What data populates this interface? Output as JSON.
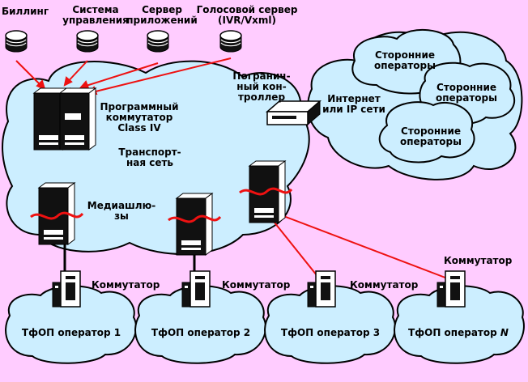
{
  "colors": {
    "background": "#ffccff",
    "cloud_fill": "#cceeff",
    "outline": "#000000",
    "link_red": "#ee1111",
    "server_dark": "#111111",
    "server_light": "#ffffff"
  },
  "servers": [
    {
      "id": "billing",
      "label": "Биллинг"
    },
    {
      "id": "mgmt",
      "label1": "Система",
      "label2": "управления"
    },
    {
      "id": "apps",
      "label1": "Сервер",
      "label2": "приложений"
    },
    {
      "id": "voice",
      "label1": "Голосовой сервер",
      "label2": "(IVR/Vxml)"
    }
  ],
  "transport": {
    "softswitch": {
      "line1": "Программный",
      "line2": "коммутатор",
      "line3": "Class IV"
    },
    "network": {
      "line1": "Транспорт-",
      "line2": "ная сеть"
    },
    "gateways": {
      "line1": "Медиашлю-",
      "line2": "зы"
    },
    "border": {
      "line1": "Погранич-",
      "line2": "ный кон-",
      "line3": "троллер"
    }
  },
  "internet": {
    "label1": "Интернет",
    "label2": "или IP сети",
    "operators": [
      {
        "line1": "Сторонние",
        "line2": "операторы"
      },
      {
        "line1": "Сторонние",
        "line2": "операторы"
      },
      {
        "line1": "Сторонние",
        "line2": "операторы"
      }
    ]
  },
  "pstn": [
    {
      "switch_label": "Коммутатор",
      "operator": "ТфОП оператор 1"
    },
    {
      "switch_label": "Коммутатор",
      "operator": "ТфОП оператор 2"
    },
    {
      "switch_label": "Коммутатор",
      "operator": "ТфОП оператор 3"
    },
    {
      "switch_label": "Коммутатор",
      "operator_prefix": "ТфОП оператор ",
      "operator_suffix": "N"
    }
  ]
}
